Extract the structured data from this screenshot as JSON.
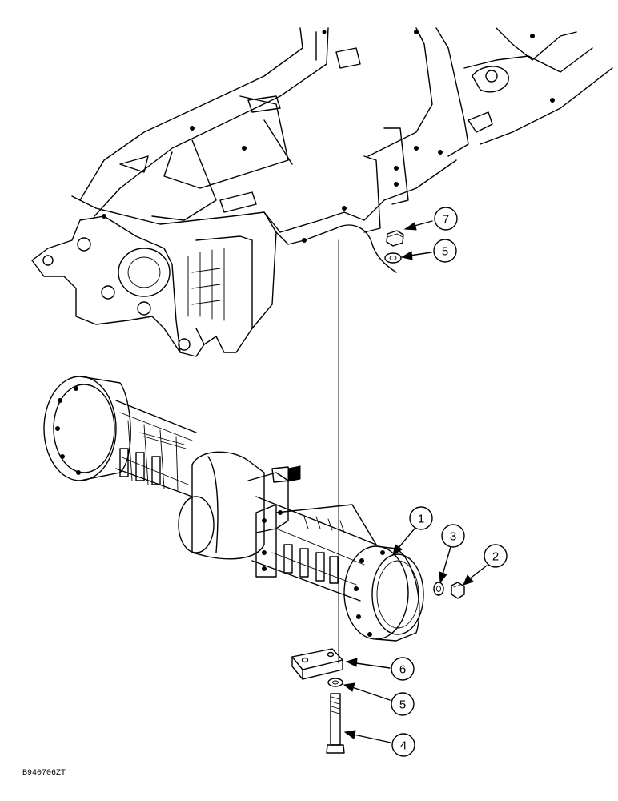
{
  "callouts": [
    {
      "id": "callout-7",
      "number": "7",
      "part": "nut"
    },
    {
      "id": "callout-5-top",
      "number": "5",
      "part": "washer"
    },
    {
      "id": "callout-1",
      "number": "1",
      "part": "axle"
    },
    {
      "id": "callout-3",
      "number": "3",
      "part": "washer"
    },
    {
      "id": "callout-2",
      "number": "2",
      "part": "nut"
    },
    {
      "id": "callout-6",
      "number": "6",
      "part": "plate"
    },
    {
      "id": "callout-5-bottom",
      "number": "5",
      "part": "washer"
    },
    {
      "id": "callout-4",
      "number": "4",
      "part": "bolt"
    }
  ],
  "document_id": "B940706ZT"
}
